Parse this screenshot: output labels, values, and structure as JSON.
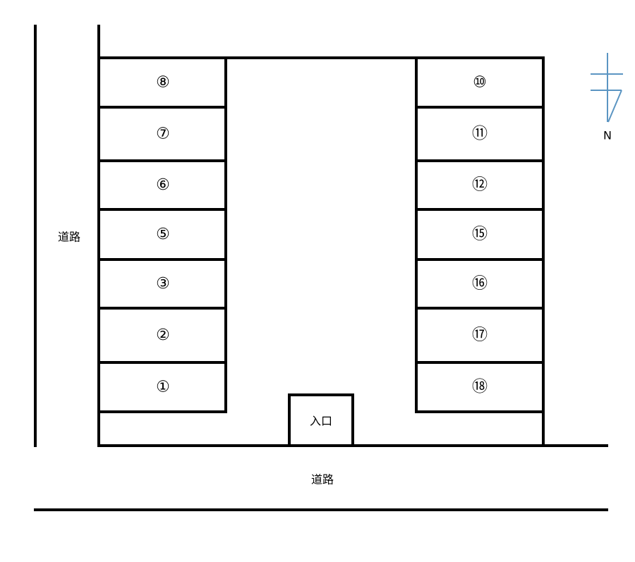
{
  "roads": {
    "left_label": "道路",
    "bottom_label": "道路"
  },
  "entrance_label": "入口",
  "compass": {
    "label": "N",
    "color": "#5b95c2"
  },
  "stalls_left": [
    "⑧",
    "⑦",
    "⑥",
    "⑤",
    "③",
    "②",
    "①"
  ],
  "stalls_right": [
    "⑩",
    "⑪",
    "⑫",
    "⑮",
    "⑯",
    "⑰",
    "⑱"
  ]
}
